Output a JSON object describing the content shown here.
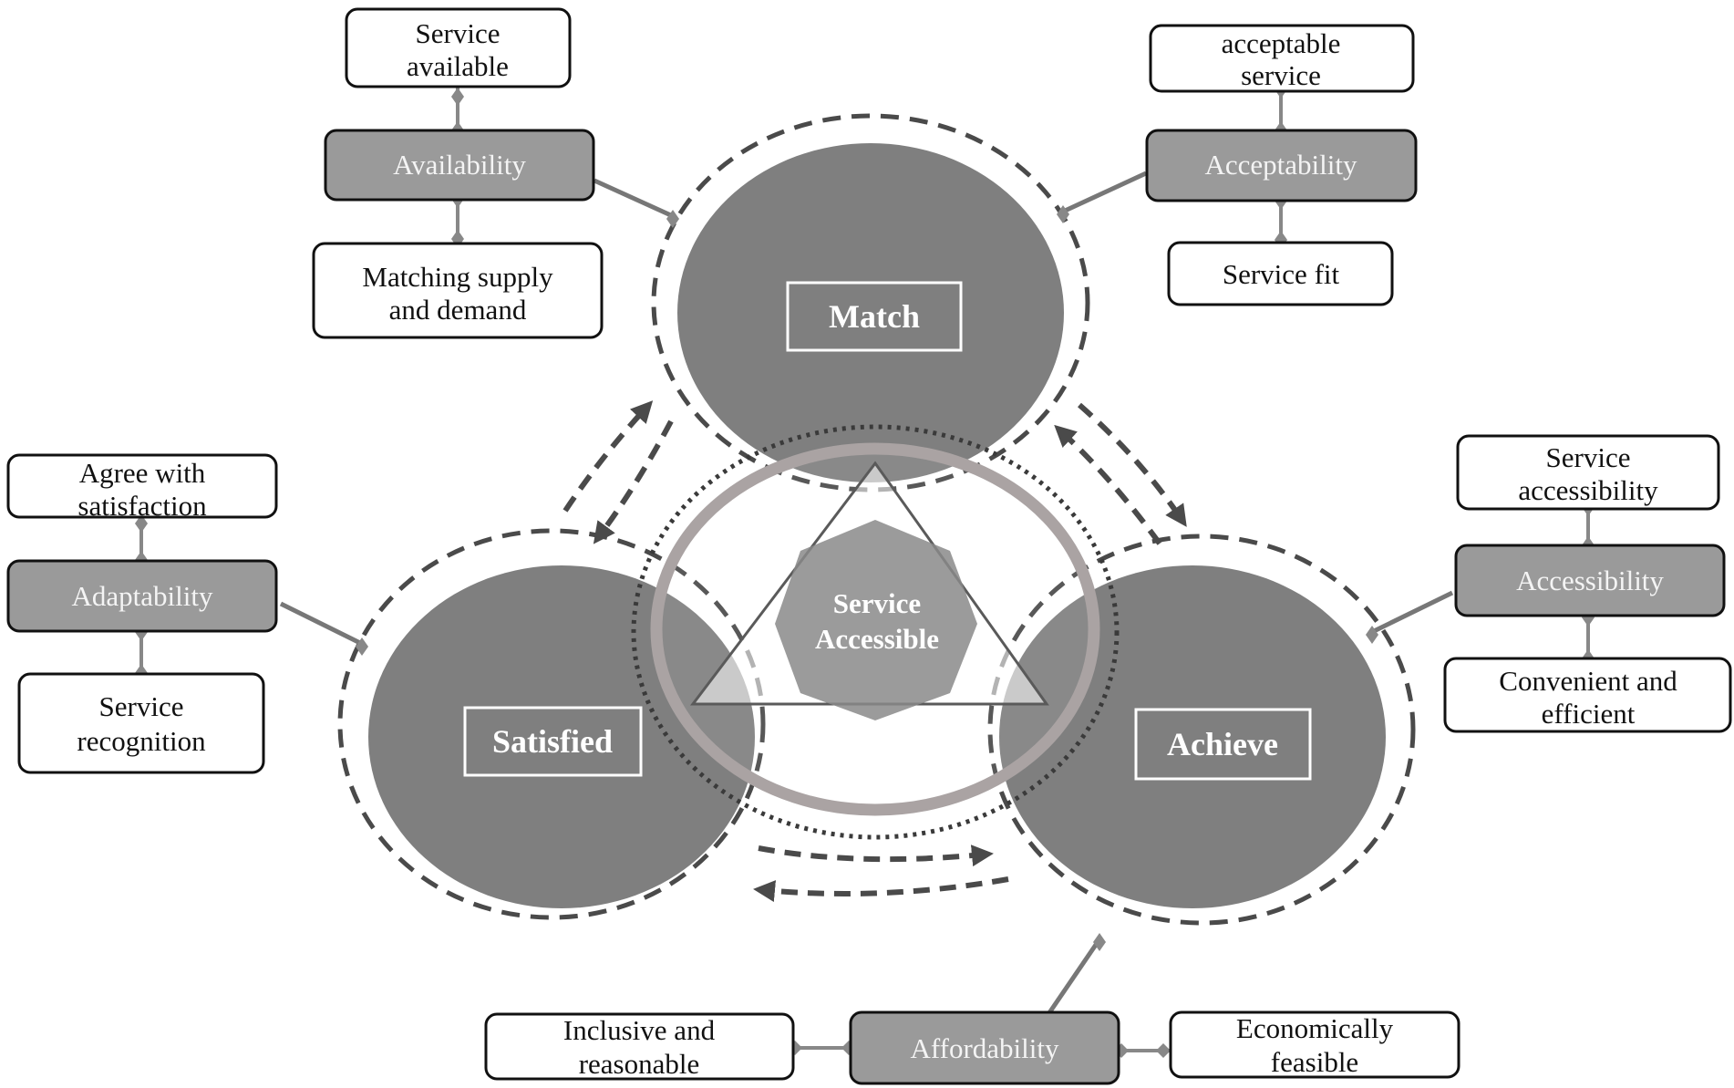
{
  "center": {
    "line1": "Service",
    "line2": "Accessible"
  },
  "circles": {
    "match": "Match",
    "satisfied": "Satisfied",
    "achieve": "Achieve"
  },
  "dimensions": {
    "availability": {
      "label": "Availability",
      "top": [
        "Service",
        "available"
      ],
      "bottom": [
        "Matching supply",
        "and demand"
      ]
    },
    "acceptability": {
      "label": "Acceptability",
      "top": [
        "acceptable",
        "service"
      ],
      "bottom": [
        "Service fit"
      ]
    },
    "adaptability": {
      "label": "Adaptability",
      "top": [
        "Agree with",
        "satisfaction"
      ],
      "bottom": [
        "Service",
        "recognition"
      ]
    },
    "accessibility": {
      "label": "Accessibility",
      "top": [
        "Service",
        "accessibility"
      ],
      "bottom": [
        "Convenient and",
        "efficient"
      ]
    },
    "affordability": {
      "label": "Affordability",
      "left": [
        "Inclusive and",
        "reasonable"
      ],
      "right": [
        "Economically",
        "feasible"
      ]
    }
  },
  "colors": {
    "circle_fill": "#7a7a7a",
    "dimension_box_fill": "#9a9a9a",
    "ring_stroke": "#aaa3a3"
  }
}
